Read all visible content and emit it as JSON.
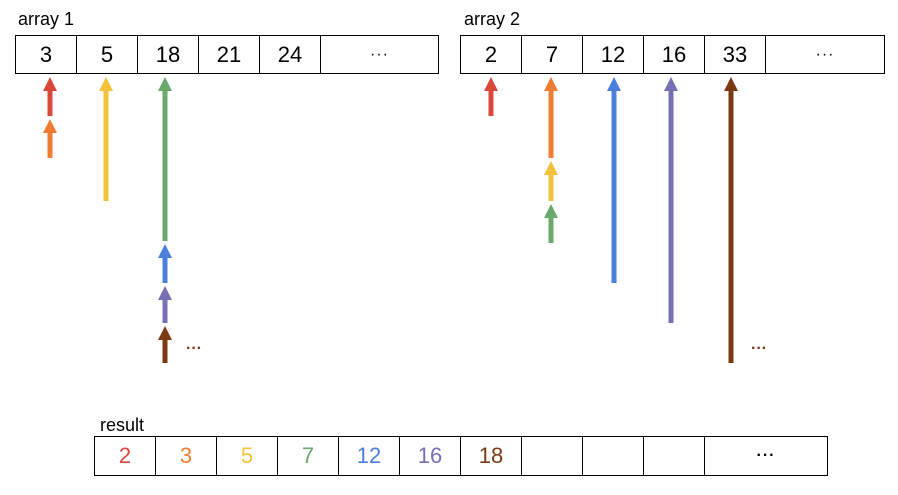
{
  "array1": {
    "label": "array 1",
    "cells": [
      "3",
      "5",
      "18",
      "21",
      "24",
      "···"
    ]
  },
  "array2": {
    "label": "array 2",
    "cells": [
      "2",
      "7",
      "12",
      "16",
      "33",
      "···"
    ]
  },
  "result": {
    "label": "result",
    "cells": [
      {
        "text": "2",
        "color": "#d9483b"
      },
      {
        "text": "3",
        "color": "#ef7d31"
      },
      {
        "text": "5",
        "color": "#f3c13a"
      },
      {
        "text": "7",
        "color": "#6aa96c"
      },
      {
        "text": "12",
        "color": "#4a7fdc"
      },
      {
        "text": "16",
        "color": "#7670b4"
      },
      {
        "text": "18",
        "color": "#7b3a12"
      },
      {
        "text": "",
        "color": "#000000"
      },
      {
        "text": "",
        "color": "#000000"
      },
      {
        "text": "",
        "color": "#000000"
      },
      {
        "text": "···",
        "color": "#000000"
      }
    ]
  },
  "continuation_marks": {
    "array1_dots": "···",
    "array2_dots": "···",
    "dots_color": "#7b3a12"
  },
  "step_colors": {
    "red": "#d9483b",
    "orange": "#ef7d31",
    "yellow": "#f3c13a",
    "green": "#6aa96c",
    "blue": "#4a7fdc",
    "purple": "#7670b4",
    "brown": "#7b3a12"
  }
}
